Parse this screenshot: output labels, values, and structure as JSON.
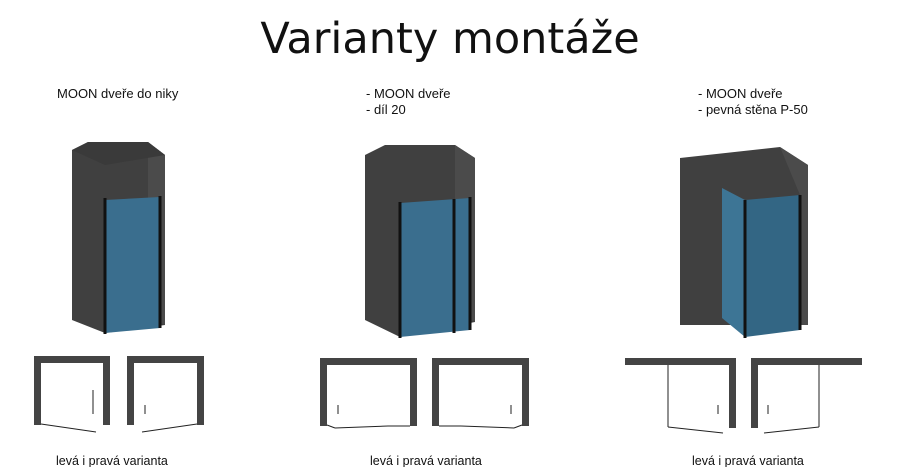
{
  "title": "Varianty montáže",
  "variants": [
    {
      "caption_lines": [
        "MOON dveře do niky"
      ],
      "label": "levá i pravá varianta"
    },
    {
      "caption_lines": [
        "- MOON dveře",
        "- díl 20"
      ],
      "label": "levá i pravá varianta"
    },
    {
      "caption_lines": [
        "- MOON dveře",
        "- pevná stěna P-50"
      ],
      "label": "levá i pravá varianta"
    }
  ],
  "colors": {
    "wall": "#404040",
    "wall_side": "#4a4a4a",
    "glass": "#3a6e8e",
    "frame": "#111111"
  }
}
